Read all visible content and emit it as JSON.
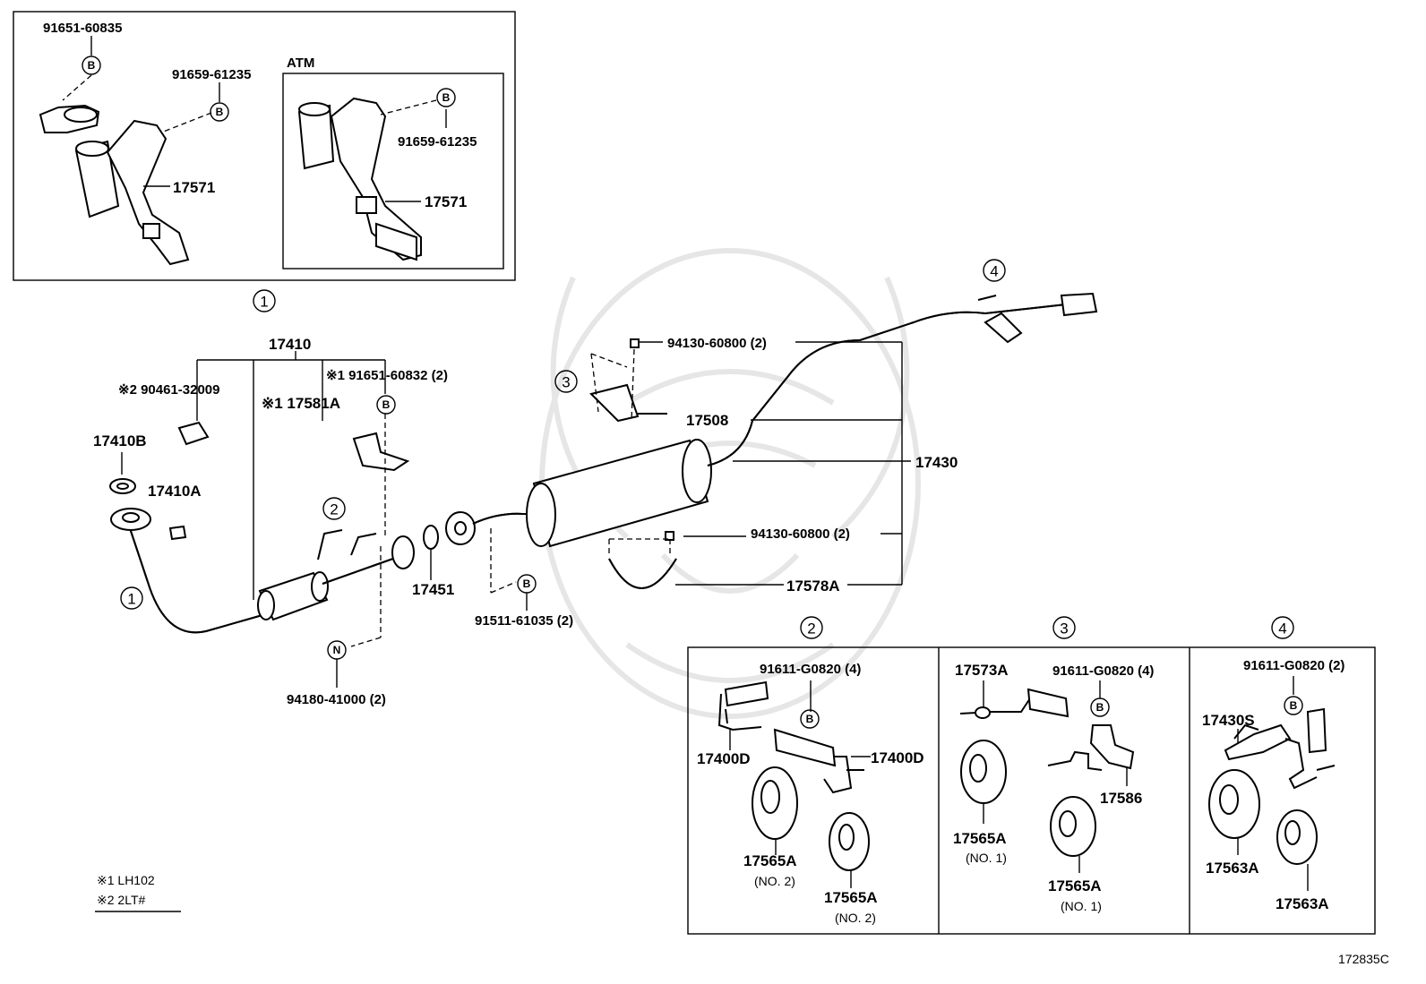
{
  "notes": {
    "note1": "※1 LH102",
    "note2": "※2 2LT#"
  },
  "diagram_id": "172835C",
  "inset_top": {
    "label_atm": "ATM",
    "callout": "1",
    "parts": {
      "clamp_bolt": "91651-60835",
      "bolt_left": "91659-61235",
      "bracket_left": "17571",
      "bolt_atm": "91659-61235",
      "bracket_atm": "17571"
    }
  },
  "main": {
    "exhaust_pipe_assy": "17410",
    "clamp_note2": "※2 90461-32009",
    "bolt_note1": "※1 91651-60832 (2)",
    "bracket_note1": "※1 17581A",
    "gasket_b": "17410B",
    "nut_a": "17410A",
    "gasket": "17451",
    "bolt_tail": "91511-61035 (2)",
    "nut_n": "94180-41000 (2)",
    "nut_upper": "94130-60800 (2)",
    "hanger": "17508",
    "tailpipe_assy": "17430",
    "nut_lower": "94130-60800 (2)",
    "band": "17578A",
    "callouts": [
      "1",
      "2",
      "3",
      "4"
    ]
  },
  "detail_2": {
    "callout": "2",
    "bolt": "91611-G0820 (4)",
    "bracket_left": "17400D",
    "bracket_right": "17400D",
    "mount_left": "17565A",
    "mount_left_note": "(NO. 2)",
    "mount_right": "17565A",
    "mount_right_note": "(NO. 2)"
  },
  "detail_3": {
    "callout": "3",
    "bracket_top": "17573A",
    "bolt": "91611-G0820 (4)",
    "mount_left": "17565A",
    "mount_left_note": "(NO. 1)",
    "bracket_right": "17586",
    "mount_right": "17565A",
    "mount_right_note": "(NO. 1)"
  },
  "detail_4": {
    "callout": "4",
    "bolt": "91611-G0820 (2)",
    "bracket": "17430S",
    "mount_left": "17563A",
    "mount_right": "17563A"
  },
  "codes": {
    "b": "B",
    "n": "N"
  }
}
